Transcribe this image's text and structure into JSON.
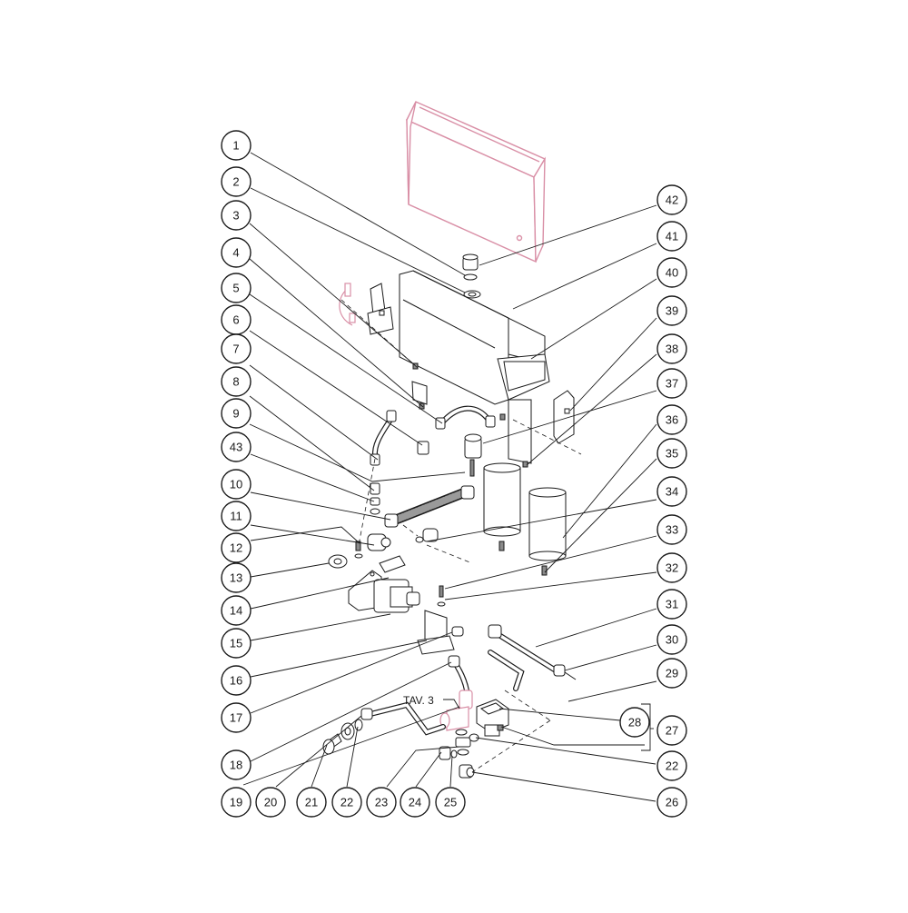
{
  "diagram": {
    "ref_label": "TAV. 3",
    "callouts": [
      "1",
      "2",
      "3",
      "4",
      "5",
      "6",
      "7",
      "8",
      "9",
      "43",
      "10",
      "11",
      "12",
      "13",
      "14",
      "15",
      "16",
      "17",
      "18",
      "19",
      "20",
      "21",
      "22",
      "23",
      "24",
      "25",
      "26",
      "42",
      "41",
      "40",
      "39",
      "38",
      "37",
      "36",
      "35",
      "34",
      "33",
      "32",
      "31",
      "30",
      "29",
      "27",
      "22",
      "28"
    ],
    "colors": {
      "tank": "#d98fa6",
      "ink": "#1a1a1a"
    }
  }
}
